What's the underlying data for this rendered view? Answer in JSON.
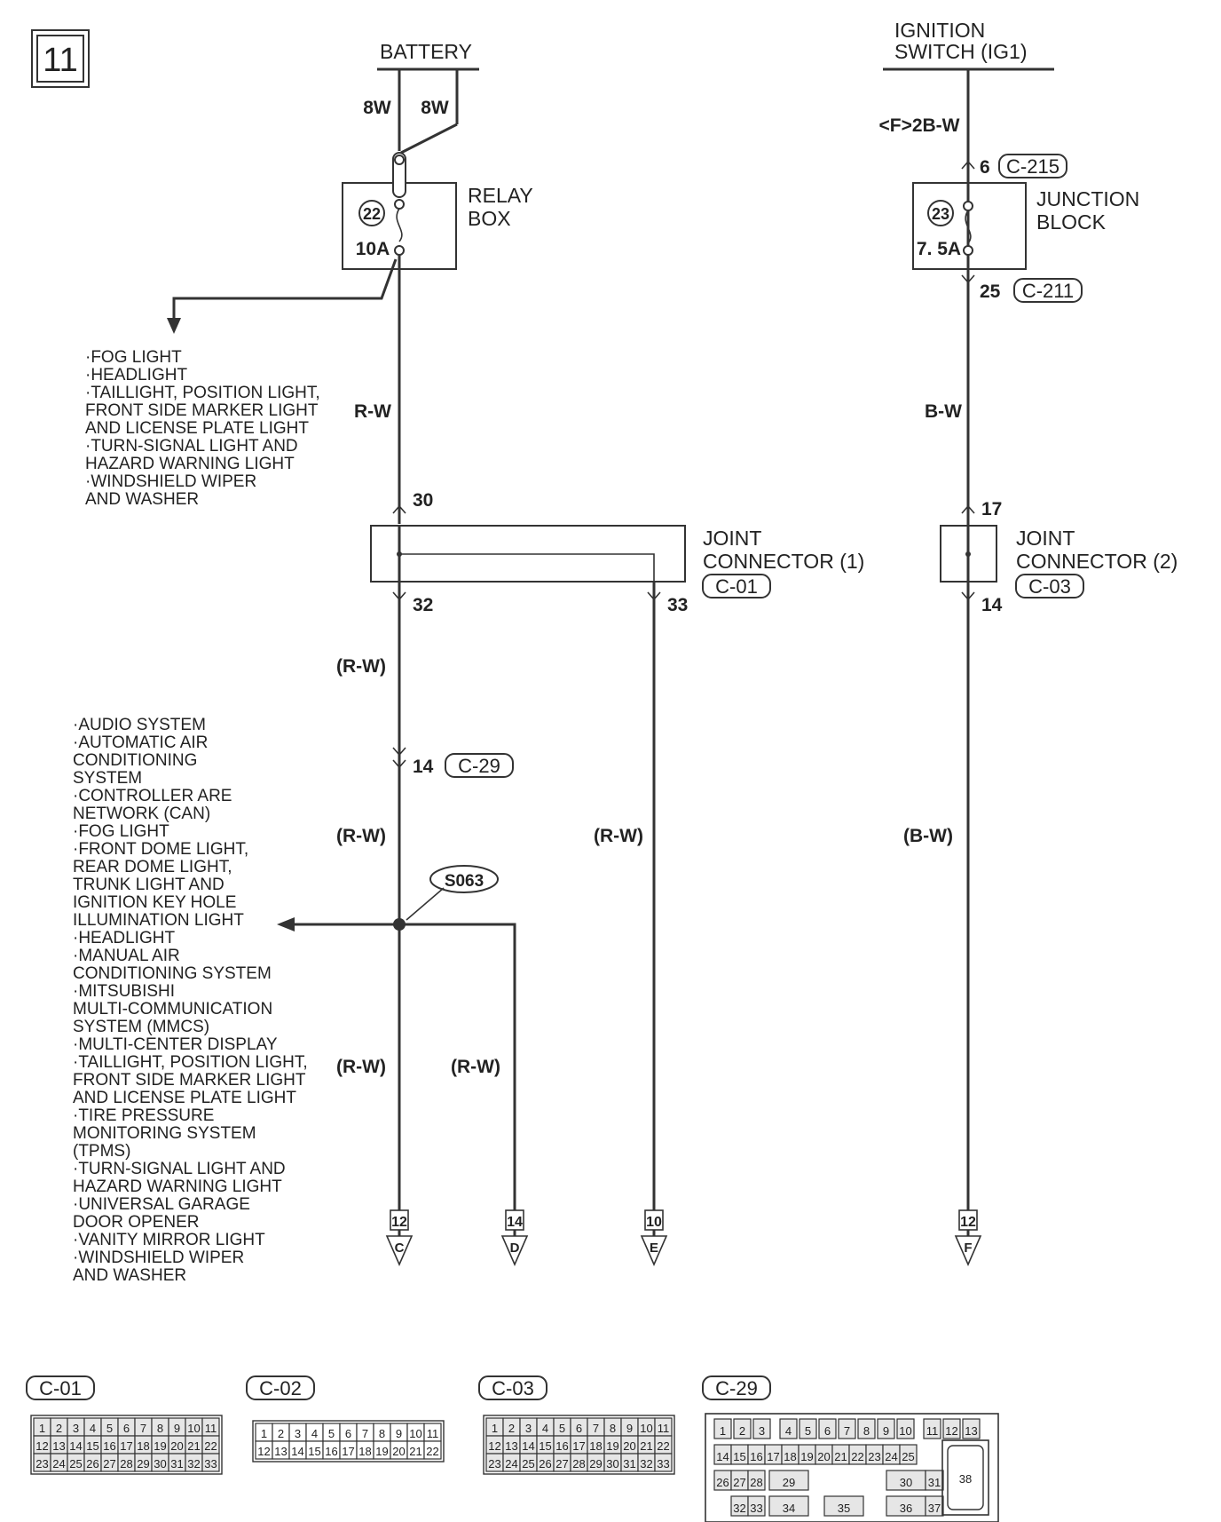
{
  "page_number": "11",
  "battery": {
    "label": "BATTERY",
    "wire_left": "8W",
    "wire_right": "8W"
  },
  "ignition": {
    "line1": "IGNITION",
    "line2": "SWITCH (IG1)",
    "wire": "<F>2B-W"
  },
  "relay_box": {
    "line1": "RELAY",
    "line2": "BOX",
    "fuse_no": "22",
    "rating": "10A"
  },
  "junction_block": {
    "line1": "JUNCTION",
    "line2": "BLOCK",
    "fuse_no": "23",
    "rating": "7. 5A",
    "pin_in": "6",
    "conn_in": "C-215",
    "pin_out": "25",
    "conn_out": "C-211"
  },
  "relay_loads": [
    "·FOG LIGHT",
    "·HEADLIGHT",
    "·TAILLIGHT, POSITION LIGHT,",
    " FRONT SIDE MARKER LIGHT",
    " AND LICENSE PLATE LIGHT",
    "·TURN-SIGNAL LIGHT AND",
    " HAZARD WARNING LIGHT",
    "·WINDSHIELD WIPER",
    " AND WASHER"
  ],
  "wires": {
    "rw": "R-W",
    "bw": "B-W",
    "rw_p": "(R-W)",
    "bw_p": "(B-W)"
  },
  "joint1": {
    "line1": "JOINT",
    "line2": "CONNECTOR (1)",
    "conn": "C-01",
    "pin_in": "30",
    "pin_out_a": "32",
    "pin_out_b": "33"
  },
  "joint2": {
    "line1": "JOINT",
    "line2": "CONNECTOR (2)",
    "conn": "C-03",
    "pin_in": "17",
    "pin_out": "14"
  },
  "c29_pin": {
    "pin": "14",
    "conn": "C-29"
  },
  "splice": "S063",
  "splice_loads": [
    "·AUDIO SYSTEM",
    "·AUTOMATIC AIR",
    " CONDITIONING",
    " SYSTEM",
    "·CONTROLLER ARE",
    " NETWORK (CAN)",
    "·FOG LIGHT",
    "·FRONT DOME LIGHT,",
    " REAR DOME LIGHT,",
    " TRUNK LIGHT AND",
    " IGNITION KEY HOLE",
    " ILLUMINATION LIGHT",
    "·HEADLIGHT",
    "·MANUAL AIR",
    " CONDITIONING SYSTEM",
    "·MITSUBISHI",
    " MULTI-COMMUNICATION",
    " SYSTEM (MMCS)",
    "·MULTI-CENTER DISPLAY",
    "·TAILLIGHT, POSITION LIGHT,",
    " FRONT SIDE MARKER LIGHT",
    " AND LICENSE PLATE LIGHT",
    "·TIRE PRESSURE",
    " MONITORING SYSTEM",
    " (TPMS)",
    "·TURN-SIGNAL LIGHT AND",
    " HAZARD WARNING LIGHT",
    "·UNIVERSAL GARAGE",
    " DOOR OPENER",
    "·VANITY MIRROR LIGHT",
    "·WINDSHIELD WIPER",
    " AND WASHER"
  ],
  "refs": [
    {
      "page": "12",
      "letter": "C"
    },
    {
      "page": "14",
      "letter": "D"
    },
    {
      "page": "10",
      "letter": "E"
    },
    {
      "page": "12",
      "letter": "F"
    }
  ],
  "connectors": {
    "c01": {
      "name": "C-01",
      "rows": [
        [
          "1",
          "2",
          "3",
          "4",
          "5",
          "6",
          "7",
          "8",
          "9",
          "10",
          "11"
        ],
        [
          "12",
          "13",
          "14",
          "15",
          "16",
          "17",
          "18",
          "19",
          "20",
          "21",
          "22"
        ],
        [
          "23",
          "24",
          "25",
          "26",
          "27",
          "28",
          "29",
          "30",
          "31",
          "32",
          "33"
        ]
      ]
    },
    "c02": {
      "name": "C-02",
      "rows": [
        [
          "1",
          "2",
          "3",
          "4",
          "5",
          "6",
          "7",
          "8",
          "9",
          "10",
          "11"
        ],
        [
          "12",
          "13",
          "14",
          "15",
          "16",
          "17",
          "18",
          "19",
          "20",
          "21",
          "22"
        ]
      ]
    },
    "c03": {
      "name": "C-03",
      "rows": [
        [
          "1",
          "2",
          "3",
          "4",
          "5",
          "6",
          "7",
          "8",
          "9",
          "10",
          "11"
        ],
        [
          "12",
          "13",
          "14",
          "15",
          "16",
          "17",
          "18",
          "19",
          "20",
          "21",
          "22"
        ],
        [
          "23",
          "24",
          "25",
          "26",
          "27",
          "28",
          "29",
          "30",
          "31",
          "32",
          "33"
        ]
      ]
    },
    "c29": {
      "name": "C-29",
      "row1": [
        "1",
        "2",
        "3",
        "4",
        "5",
        "6",
        "7",
        "8",
        "9",
        "10",
        "11",
        "12",
        "13"
      ],
      "row2": [
        "14",
        "15",
        "16",
        "17",
        "18",
        "19",
        "20",
        "21",
        "22",
        "23",
        "24",
        "25"
      ],
      "row3a": [
        "26",
        "27",
        "28",
        "29"
      ],
      "row3b": [
        "30",
        "31"
      ],
      "row4a": [
        "32",
        "33",
        "34",
        "35"
      ],
      "row4b": [
        "36",
        "37"
      ],
      "big": "38"
    }
  }
}
